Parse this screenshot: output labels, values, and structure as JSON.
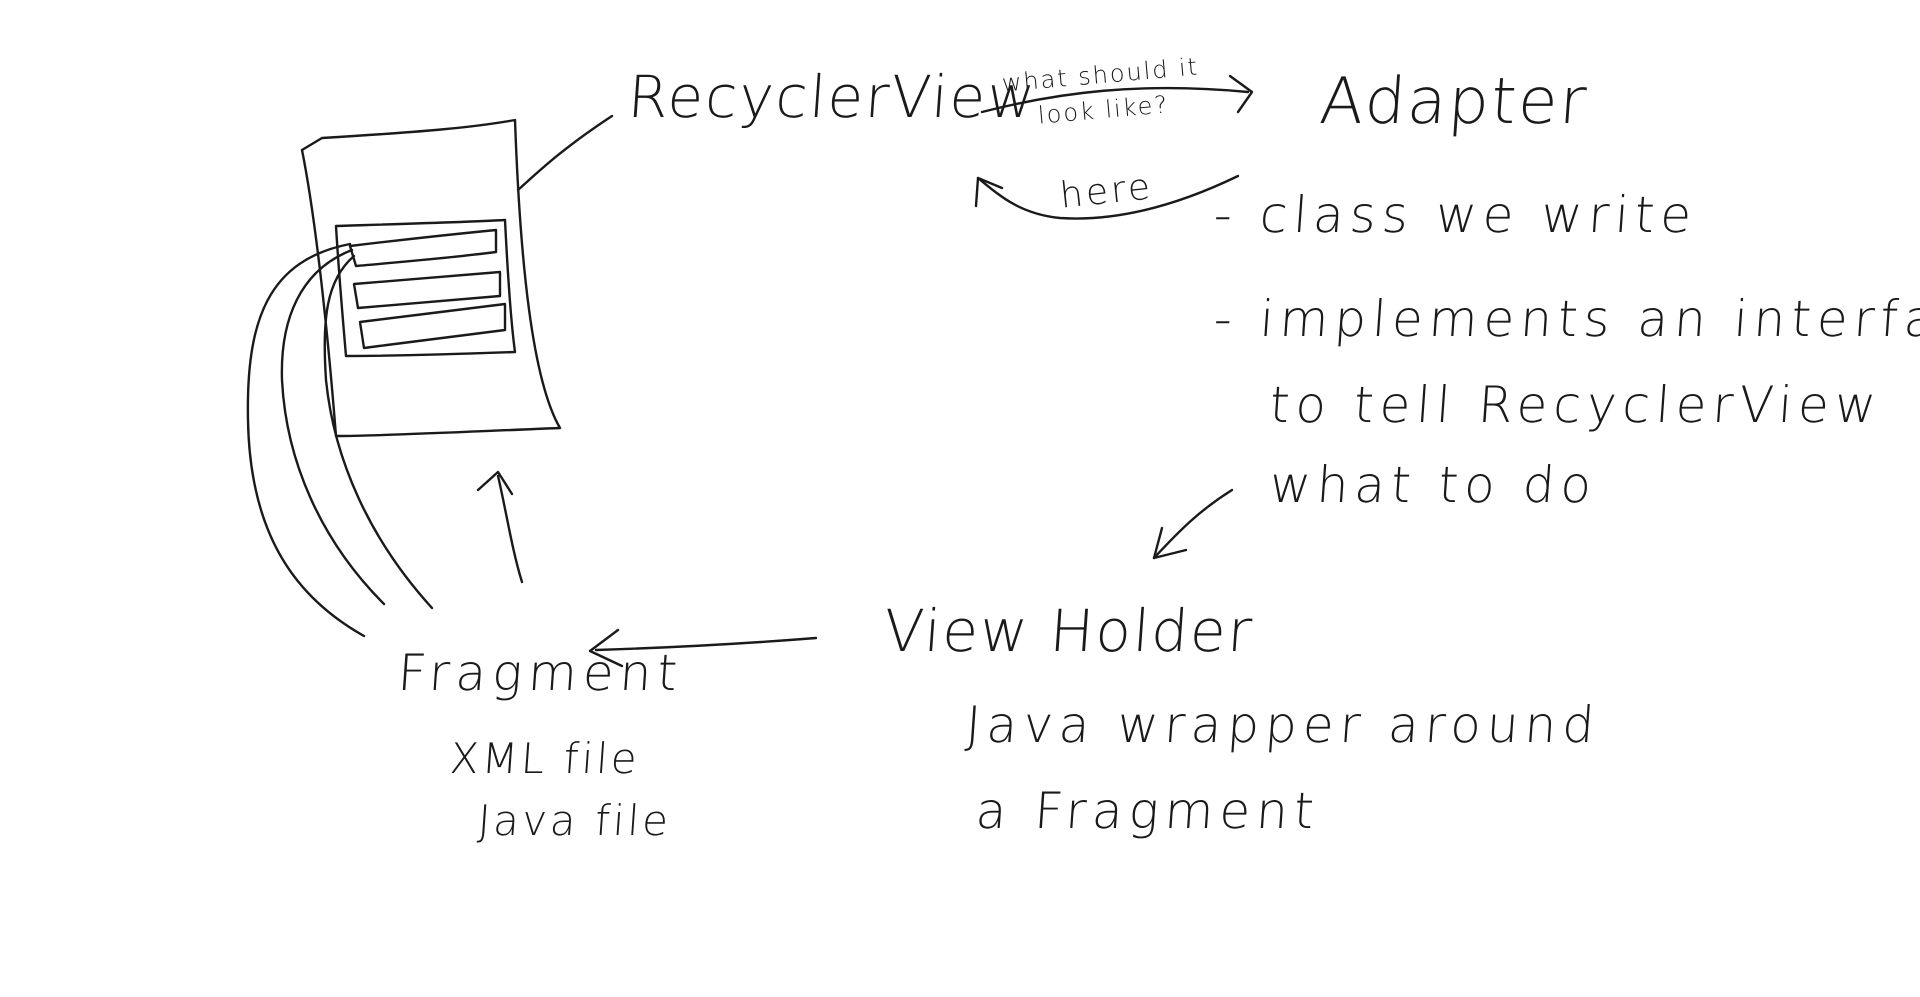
{
  "diagram": {
    "recyclerview_label": "RecyclerView",
    "question_label": "what should it look like?",
    "adapter_label": "Adapter",
    "here_label": "here",
    "adapter_notes": [
      "- class we write",
      "- implements an interface",
      "to tell RecyclerView",
      "what to do"
    ],
    "viewholder_label": "View Holder",
    "viewholder_notes": [
      "Java wrapper around",
      "a Fragment"
    ],
    "fragment_label": "Fragment",
    "fragment_notes": [
      "XML file",
      "Java file"
    ]
  }
}
